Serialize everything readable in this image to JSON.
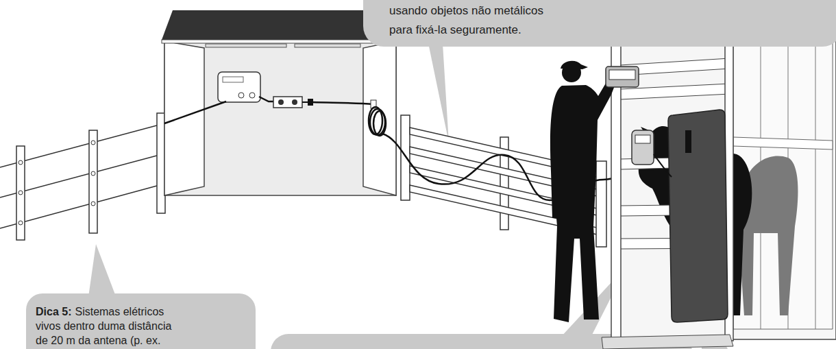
{
  "diagram": {
    "nodes": [
      {
        "text": [
          "usando objetos não metálicos para fixá-la seguramente."
        ]
      },
      {
        "text": [
          "Dica 5:",
          "Sistemas elétricos vivos dentro duma distância de 20 m da antena (p. ex."
        ]
      }
    ]
  }
}
